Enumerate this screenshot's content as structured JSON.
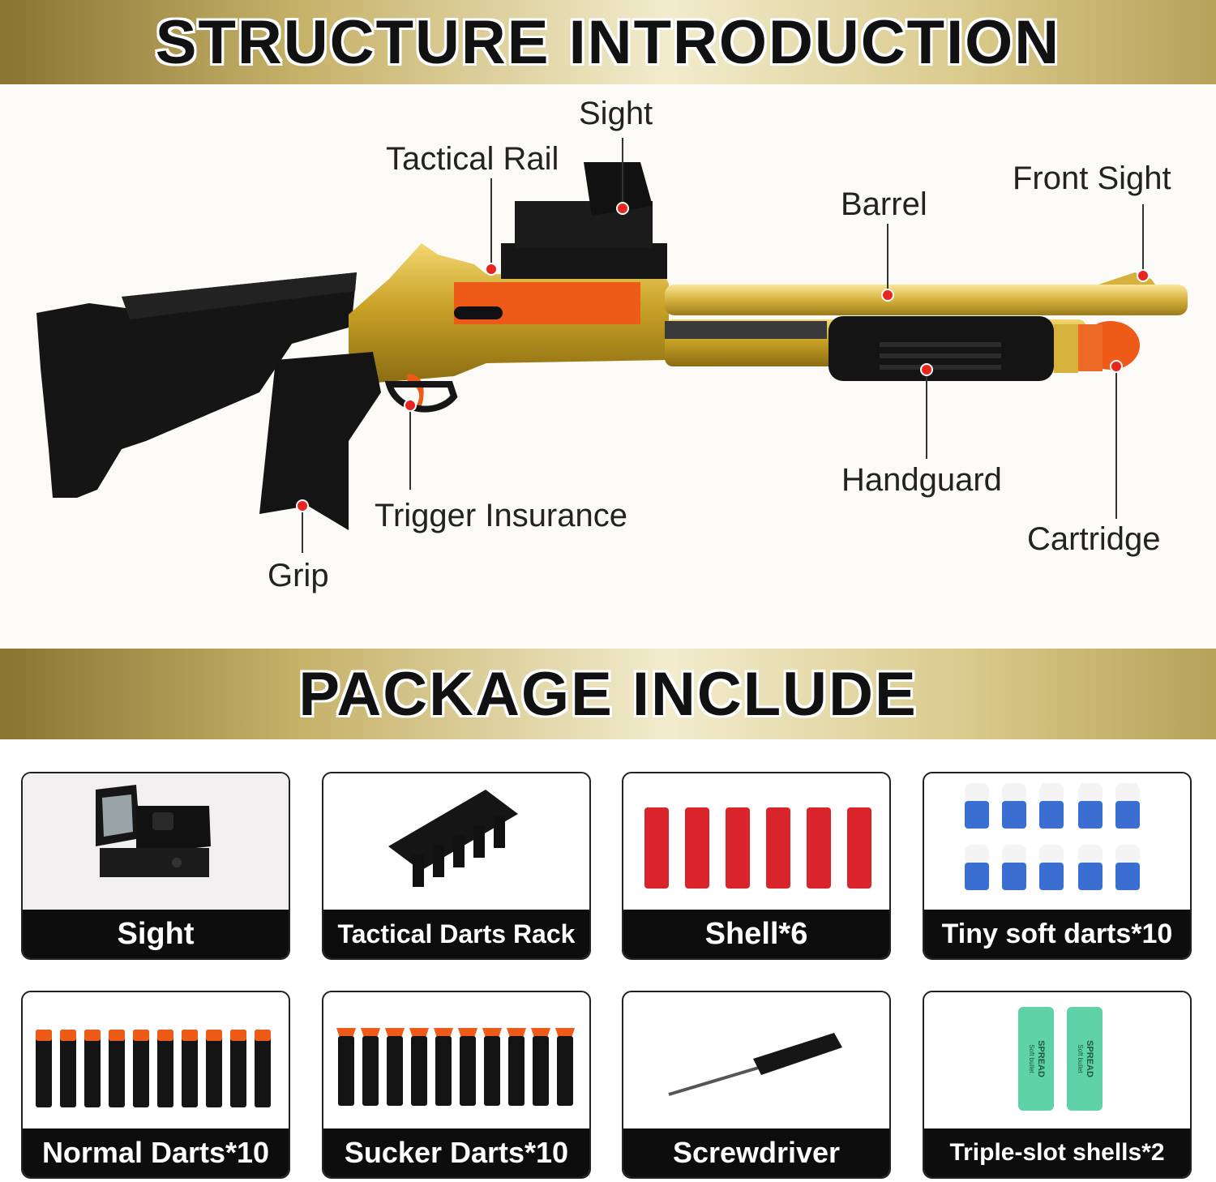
{
  "sections": {
    "structure_title": "STRUCTURE INTRODUCTION",
    "package_title": "PACKAGE INCLUDE"
  },
  "parts": {
    "sight": "Sight",
    "tactical_rail": "Tactical Rail",
    "barrel": "Barrel",
    "front_sight": "Front Sight",
    "handguard": "Handguard",
    "trigger_insurance": "Trigger Insurance",
    "cartridge": "Cartridge",
    "grip": "Grip"
  },
  "package_items": [
    {
      "label": "Sight"
    },
    {
      "label": "Tactical Darts Rack"
    },
    {
      "label": "Shell*6"
    },
    {
      "label": "Tiny soft darts*10"
    },
    {
      "label": "Normal Darts*10"
    },
    {
      "label": "Sucker Darts*10"
    },
    {
      "label": "Screwdriver"
    },
    {
      "label": "Triple-slot shells*2"
    }
  ],
  "shell_brand": "SPREAD",
  "shell_subtext": "Soft bullet",
  "colors": {
    "gold": "#c9a227",
    "orange": "#ee5a17",
    "black": "#111111",
    "marker": "#e8261f",
    "shell_red": "#d8242a",
    "dart_blue": "#3a6fd1",
    "shell_teal": "#5fd2a8"
  }
}
